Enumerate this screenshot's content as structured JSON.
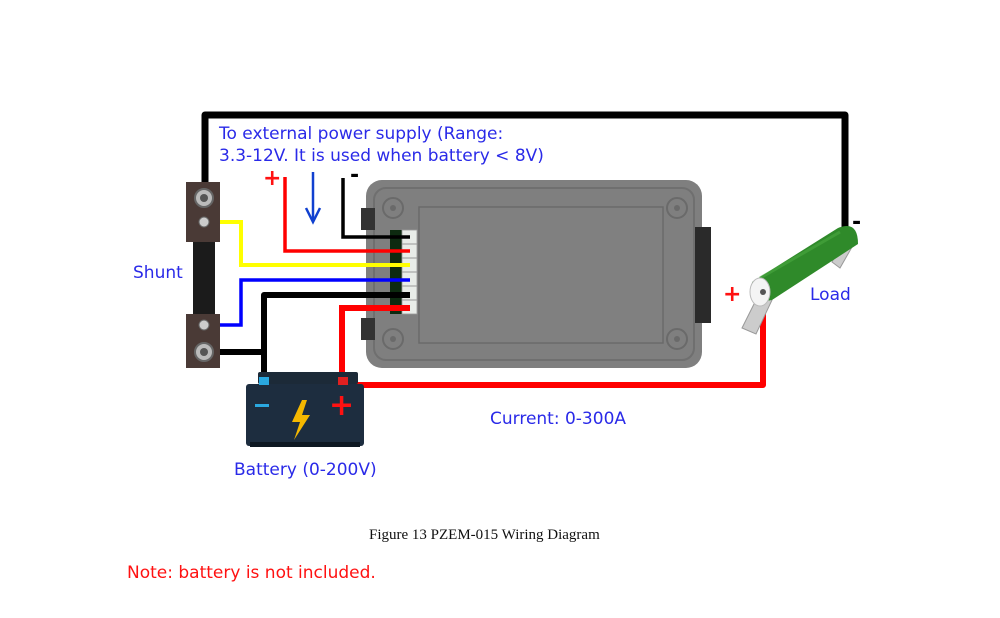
{
  "diagram": {
    "external_supply_note": {
      "line1": "To external power supply (Range:",
      "line2": "3.3-12V. It is used when battery  < 8V)"
    },
    "labels": {
      "shunt": "Shunt",
      "load": "Load",
      "battery": "Battery (0-200V)",
      "current": "Current: 0-300A"
    },
    "polarity": {
      "ext_plus": "+",
      "ext_minus": "-",
      "load_plus": "+",
      "load_minus": "-",
      "battery_plus": "+",
      "battery_minus": "-"
    },
    "wire_colors": {
      "black": "#000000",
      "red": "#ff0000",
      "yellow": "#ffff00",
      "blue": "#0000ff"
    },
    "components": [
      "shunt",
      "PZEM-015 meter",
      "load resistor",
      "battery"
    ],
    "caption": "Figure 13 PZEM-015 Wiring Diagram",
    "note": "Note: battery is not included."
  }
}
